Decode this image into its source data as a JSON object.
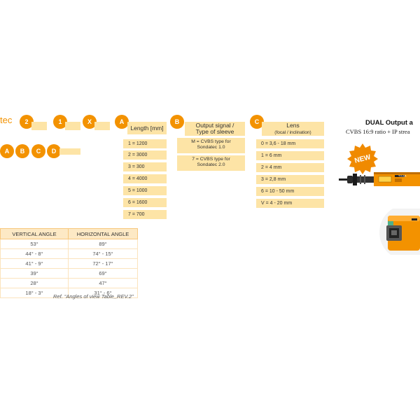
{
  "brand": {
    "text": "tec"
  },
  "code_circles": [
    {
      "label": "2"
    },
    {
      "label": "1"
    },
    {
      "label": "X"
    },
    {
      "label": "A"
    },
    {
      "label": "B"
    },
    {
      "label": "C"
    }
  ],
  "abcd_circles": [
    {
      "label": "A"
    },
    {
      "label": "B"
    },
    {
      "label": "C"
    },
    {
      "label": "D"
    }
  ],
  "length_column": {
    "header": "Length [mm]",
    "options": [
      "1 = 1200",
      "2 = 3000",
      "3 = 300",
      "4 = 4000",
      "5 = 1000",
      "6 = 1600",
      "7 = 700"
    ]
  },
  "output_column": {
    "header_line1": "Output signal /",
    "header_line2": "Type of sleeve",
    "options": [
      {
        "line1": "M = CVBS type for",
        "line2": "Sondatec 1.0"
      },
      {
        "line1": "7 = CVBS type for",
        "line2": "Sondatec 2.0"
      }
    ]
  },
  "lens_column": {
    "header": "Lens",
    "subheader": "(focal / inclination)",
    "options": [
      "0 = 3,6 - 18 mm",
      "1 = 6 mm",
      "2 = 4 mm",
      "3 = 2,8 mm",
      "6 = 10 - 50 mm",
      "V = 4 - 20 mm"
    ]
  },
  "angles_table": {
    "headers": [
      "VERTICAL ANGLE",
      "HORIZONTAL ANGLE"
    ],
    "rows": [
      [
        "53°",
        "89°"
      ],
      [
        "44° - 8°",
        "74° - 15°"
      ],
      [
        "41° - 9°",
        "72° - 17°"
      ],
      [
        "39°",
        "69°"
      ],
      [
        "28°",
        "47°"
      ],
      [
        "18° - 3°",
        "31° - 6°"
      ]
    ],
    "reference": "Ref. “Angles of view Table_REV.2”"
  },
  "product": {
    "title": "DUAL Output a",
    "subtitle": "CVBS 16:9 ratio + IP strea",
    "badge": "NEW",
    "camera_brand": "TOLEA"
  },
  "colors": {
    "accent_orange": "#f39200",
    "cell_yellow": "#fde4a6",
    "table_border": "#f7c77d"
  }
}
